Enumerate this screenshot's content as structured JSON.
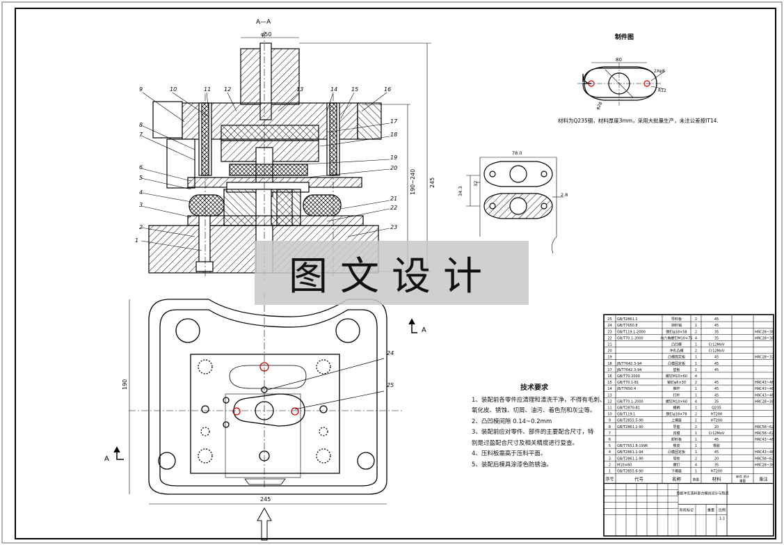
{
  "section_label": "A—A",
  "dim_phi50": "φ50",
  "part_labels": [
    "1",
    "2",
    "3",
    "4",
    "5",
    "6",
    "7",
    "8",
    "9",
    "10",
    "11",
    "12",
    "13",
    "14",
    "15",
    "16",
    "17",
    "18",
    "19",
    "20",
    "21",
    "22",
    "23",
    "24",
    "25"
  ],
  "dims": {
    "closed_height": "190~240",
    "total_height": "245",
    "plan_width": "245",
    "plan_height": "190",
    "part_width": "80",
    "strip_width": "78.0",
    "strip_pitch_a": "34.3",
    "strip_pitch_b": "32",
    "strip_gap": "2.8",
    "radius_a": "2Xφ8",
    "radius_b": "R12",
    "hole_c": "φ28"
  },
  "part_drawing": {
    "title": "制件图",
    "note": "材料为Q235钢，材料厚度3mm，采用大批量生产，未注公差按IT14."
  },
  "view_arrow": "A",
  "watermark": "图文设计",
  "requirements": {
    "title": "技术要求",
    "items": [
      "1、装配前各零件应清理和清洗干净，不得有毛刺、",
      "氧化皮、锈蚀、切屑、油污、着色剂和灰尘等。",
      "2、凸凹模间隙  0.14~0.2mm",
      "3、装配前应对零件、部件的主要配合尺寸，特",
      "别是过盈配合尺寸及相关精度进行复查。",
      "4、压料板需高于压料平面。",
      "5、装配后模具涂漆色防锈油。"
    ]
  },
  "bom": {
    "rows": [
      {
        "no": "25",
        "std": "GB/T2861.1",
        "name": "导料板",
        "qty": "2",
        "mat": "45",
        "note": ""
      },
      {
        "no": "24",
        "std": "GB/T7650.8",
        "name": "挡料销",
        "qty": "1",
        "mat": "45",
        "note": ""
      },
      {
        "no": "23",
        "std": "GB/T119.1-2000",
        "name": "销钉φ18×58",
        "qty": "2",
        "mat": "35",
        "note": "HRC28~38"
      },
      {
        "no": "22",
        "std": "GB/T70.1-2000",
        "name": "内六角螺钉M10×75",
        "qty": "4",
        "mat": "35",
        "note": "HRC28~38"
      },
      {
        "no": "21",
        "std": "",
        "name": "凸凹模",
        "qty": "1",
        "mat": "Cr12MoV",
        "note": ""
      },
      {
        "no": "20",
        "std": "",
        "name": "冲孔凸模",
        "qty": "2",
        "mat": "Cr12MoV",
        "note": ""
      },
      {
        "no": "19",
        "std": "",
        "name": "凸模固定板",
        "qty": "1",
        "mat": "45",
        "note": "HRC28~32"
      },
      {
        "no": "18",
        "std": "JB/T7642.3-94",
        "name": "凸模固定板",
        "qty": "1",
        "mat": "45",
        "note": ""
      },
      {
        "no": "17",
        "std": "JB/T7642.3-94",
        "name": "垫板",
        "qty": "1",
        "mat": "45",
        "note": ""
      },
      {
        "no": "16",
        "std": "GB/T70-2000",
        "name": "螺钉M10×60",
        "qty": "4",
        "mat": "",
        "note": ""
      },
      {
        "no": "15",
        "std": "GB/T70.1-81",
        "name": "销钉φ6×30",
        "qty": "2",
        "mat": "45",
        "note": "HRC43~48"
      },
      {
        "no": "14",
        "std": "JB/T7650.4",
        "name": "推杆",
        "qty": "1",
        "mat": "45",
        "note": "HRC43~48"
      },
      {
        "no": "13",
        "std": "",
        "name": "打杆",
        "qty": "1",
        "mat": "45",
        "note": "HRC43~48"
      },
      {
        "no": "12",
        "std": "GB/T70.1-2000",
        "name": "螺钉M10×60",
        "qty": "4",
        "mat": "35",
        "note": "HRC28~38"
      },
      {
        "no": "11",
        "std": "GB/T2870-81",
        "name": "模柄",
        "qty": "1",
        "mat": "Q235",
        "note": ""
      },
      {
        "no": "10",
        "std": "GB/T119.1",
        "name": "销钉φ18×78",
        "qty": "2",
        "mat": "HT200",
        "note": ""
      },
      {
        "no": "9",
        "std": "GB/T2855.5-90",
        "name": "上模座",
        "qty": "1",
        "mat": "HT200",
        "note": ""
      },
      {
        "no": "8",
        "std": "GB/T2861.1-90",
        "name": "导套",
        "qty": "2",
        "mat": "20",
        "note": "HRC58~62"
      },
      {
        "no": "7",
        "std": "",
        "name": "凹模",
        "qty": "1",
        "mat": "Cr12MoV",
        "note": "HRC58~62"
      },
      {
        "no": "6",
        "std": "",
        "name": "卸料板",
        "qty": "1",
        "mat": "45",
        "note": "HRC43~48"
      },
      {
        "no": "5",
        "std": "GB/T7651.8-1996",
        "name": "橡皮",
        "qty": "1",
        "mat": "橡胶",
        "note": ""
      },
      {
        "no": "4",
        "std": "GB/T2861.1-94",
        "name": "凸模固定板",
        "qty": "1",
        "mat": "45",
        "note": "HRC43~48"
      },
      {
        "no": "3",
        "std": "GB/T2861.1-90",
        "name": "导柱",
        "qty": "2",
        "mat": "20",
        "note": "HRC58~62"
      },
      {
        "no": "2",
        "std": "M10×60",
        "name": "螺钉",
        "qty": "4",
        "mat": "35",
        "note": "HRC28~38"
      },
      {
        "no": "1",
        "std": "GB/T2855.6-90",
        "name": "下模座",
        "qty": "1",
        "mat": "HT200",
        "note": ""
      }
    ],
    "header": {
      "no": "序号",
      "std": "代号",
      "name": "名称",
      "qty": "数量",
      "mat": "材料",
      "weight": "单件 总计",
      "wlabel": "重量",
      "note": "备注"
    },
    "title_block": {
      "title": "垫板冲孔落料复合模具设计与制造",
      "stage": "阶段标记",
      "weight": "重量",
      "scale": "比例",
      "scale_val": "1:1"
    }
  }
}
